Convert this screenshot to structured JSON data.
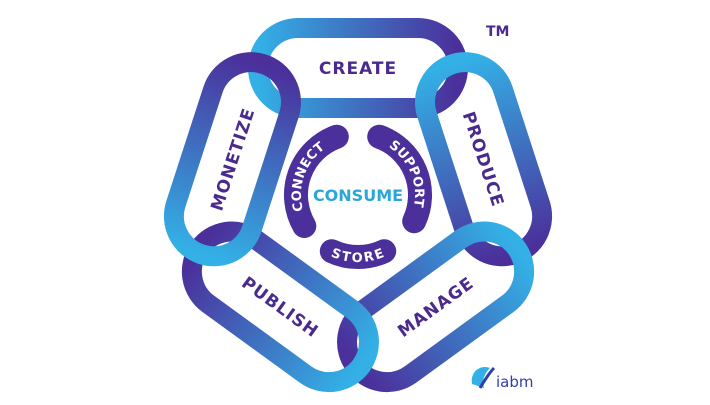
{
  "links": [
    {
      "label": "CREATE"
    },
    {
      "label": "PRODUCE"
    },
    {
      "label": "MANAGE"
    },
    {
      "label": "PUBLISH"
    },
    {
      "label": "MONETIZE"
    }
  ],
  "inner": {
    "center": "CONSUME",
    "arcs": [
      {
        "label": "CONNECT"
      },
      {
        "label": "SUPPORT"
      },
      {
        "label": "STORE"
      }
    ]
  },
  "trademark": "TM",
  "brand": "iabm",
  "colors": {
    "cyan": "#33b0e6",
    "purple": "#4b2f9a",
    "text": "#4a2a8c"
  }
}
